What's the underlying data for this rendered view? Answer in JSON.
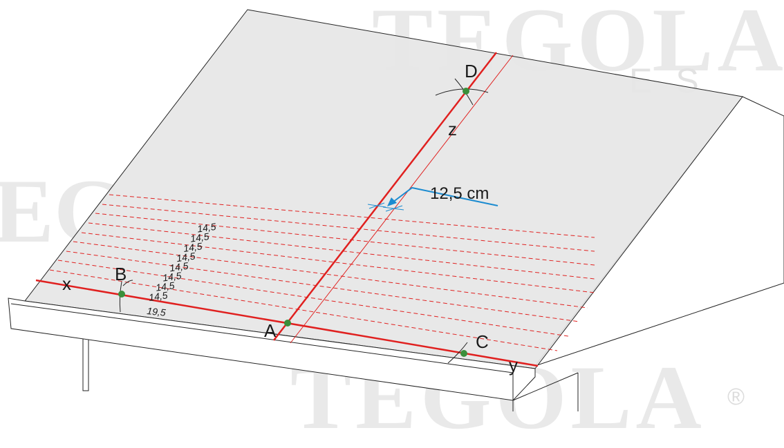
{
  "watermark": {
    "brand_top": "TEGOLA",
    "brand_sub": "ES",
    "brand_left": "EG",
    "brand_bottom": "TEGOLA",
    "registered": "®"
  },
  "points": {
    "A": "A",
    "B": "B",
    "C": "C",
    "D": "D"
  },
  "axes": {
    "x": "x",
    "y": "y",
    "z": "z"
  },
  "measurement": {
    "offset": "12,5 cm"
  },
  "course_spacings": [
    "14,5",
    "14,5",
    "14,5",
    "14,5",
    "14,5",
    "14,5",
    "14,5",
    "14,5"
  ],
  "first_course": "19,5",
  "colors": {
    "red_line": "#e0201f",
    "blue_dim": "#1b8bd0",
    "point_green": "#3b8f3b",
    "roof_fill": "#e6e6e6",
    "outline": "#222222"
  }
}
